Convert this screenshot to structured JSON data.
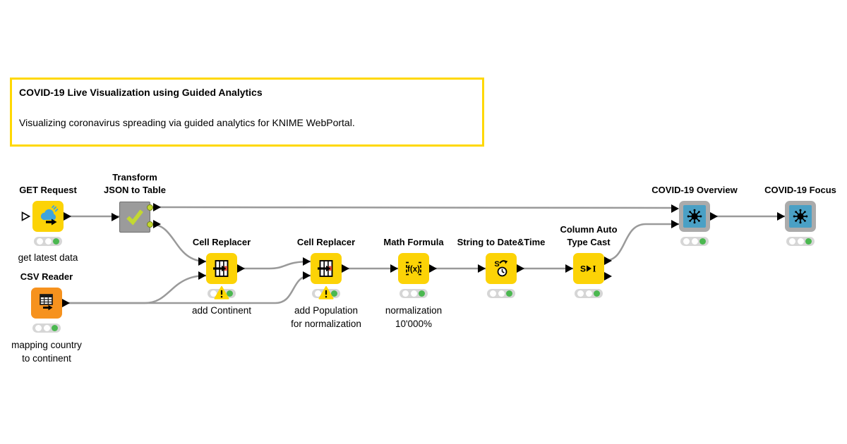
{
  "annotation": {
    "title": "COVID-19 Live Visualization using Guided Analytics",
    "body": "Visualizing coronavirus spreading via guided analytics for KNIME WebPortal.",
    "border_color": "#FFD800"
  },
  "colors": {
    "node_yellow": "#FCD306",
    "node_orange": "#F6921E",
    "metanode_gray": "#9B9B9B",
    "component_frame_gray": "#ABABAB",
    "component_blue": "#4AA0C5",
    "wire_gray": "#9A9A9A",
    "status_green": "#4BB850",
    "warning_yellow": "#FFD800",
    "checkmark_green": "#C3D831",
    "replaced_cell_red": "#DD4B3E",
    "cloud_blue": "#3FA4DC"
  },
  "nodes": {
    "get_request": {
      "title": "GET Request",
      "label": "get latest data",
      "status": "green"
    },
    "transform": {
      "title_line1": "Transform",
      "title_line2": "JSON to Table"
    },
    "csv_reader": {
      "title": "CSV Reader",
      "label_line1": "mapping country",
      "label_line2": "to continent",
      "status": "green"
    },
    "cell_replacer_1": {
      "title": "Cell Replacer",
      "label": "add Continent",
      "status": "warning"
    },
    "cell_replacer_2": {
      "title": "Cell Replacer",
      "label_line1": "add Population",
      "label_line2": "for normalization",
      "status": "warning"
    },
    "math_formula": {
      "title": "Math Formula",
      "label_line1": "normalization",
      "label_line2": "10'000%",
      "status": "green"
    },
    "string_to_datetime": {
      "title": "String to Date&Time",
      "status": "green"
    },
    "column_auto_type_cast": {
      "title_line1": "Column Auto",
      "title_line2": "Type Cast",
      "status": "green"
    },
    "covid_overview": {
      "title": "COVID-19 Overview",
      "status": "green"
    },
    "covid_focus": {
      "title": "COVID-19 Focus",
      "status": "green"
    }
  },
  "icons": {
    "math_formula_glyph": "f(x)",
    "string_glyph": "S",
    "cast_from_glyph": "S",
    "cast_to_glyph": "I",
    "warning_mark": "!"
  }
}
